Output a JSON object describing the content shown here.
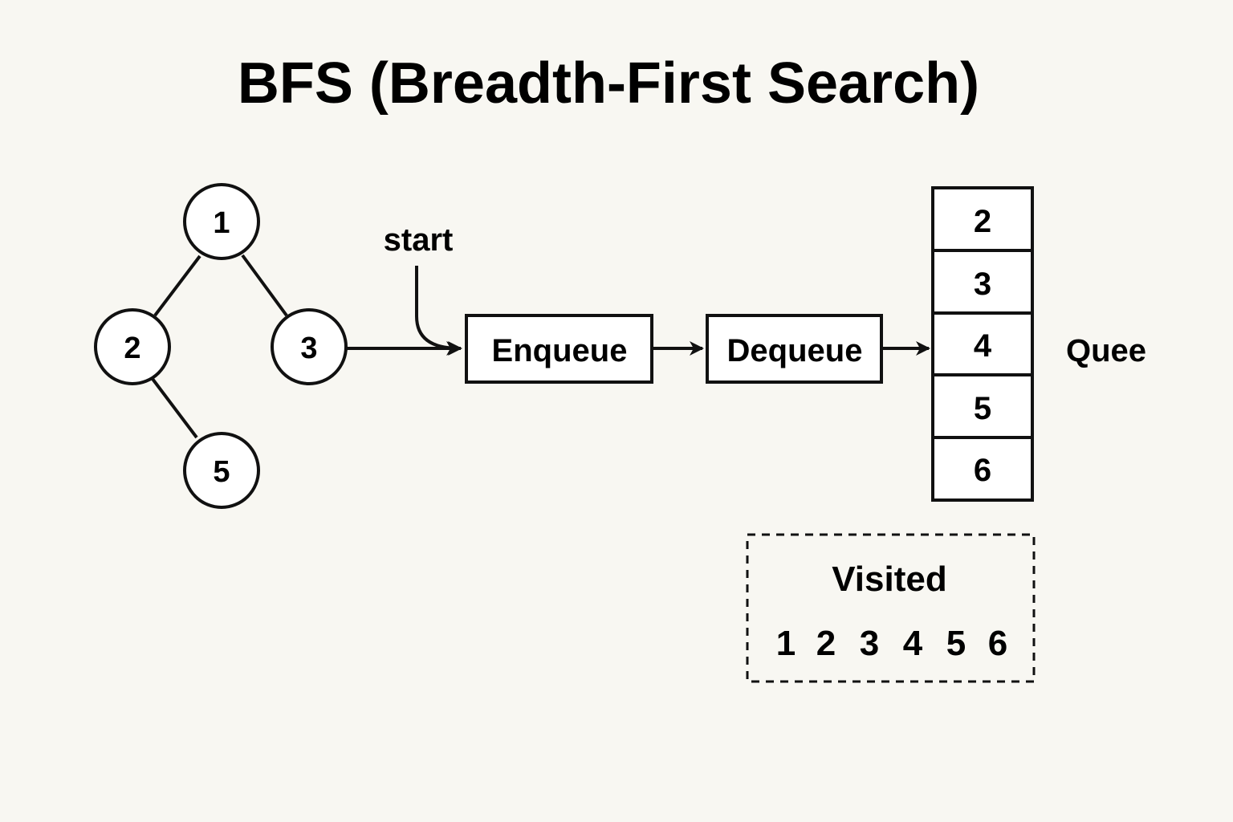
{
  "title": "BFS (Breadth-First Search)",
  "graph": {
    "nodes": [
      {
        "label": "1"
      },
      {
        "label": "2"
      },
      {
        "label": "3"
      },
      {
        "label": "5"
      }
    ],
    "edges": [
      {
        "from": "1",
        "to": "2"
      },
      {
        "from": "1",
        "to": "3"
      },
      {
        "from": "2",
        "to": "5"
      }
    ]
  },
  "flow": {
    "start_label": "start",
    "enqueue_label": "Enqueue",
    "dequeue_label": "Dequeue"
  },
  "queue": {
    "label": "Quee",
    "items": [
      "2",
      "3",
      "4",
      "5",
      "6"
    ]
  },
  "visited": {
    "title": "Visited",
    "items": [
      "1",
      "2",
      "3",
      "4",
      "5",
      "6"
    ]
  },
  "colors": {
    "background": "#f8f7f2",
    "stroke": "#111111",
    "fill": "#ffffff"
  }
}
